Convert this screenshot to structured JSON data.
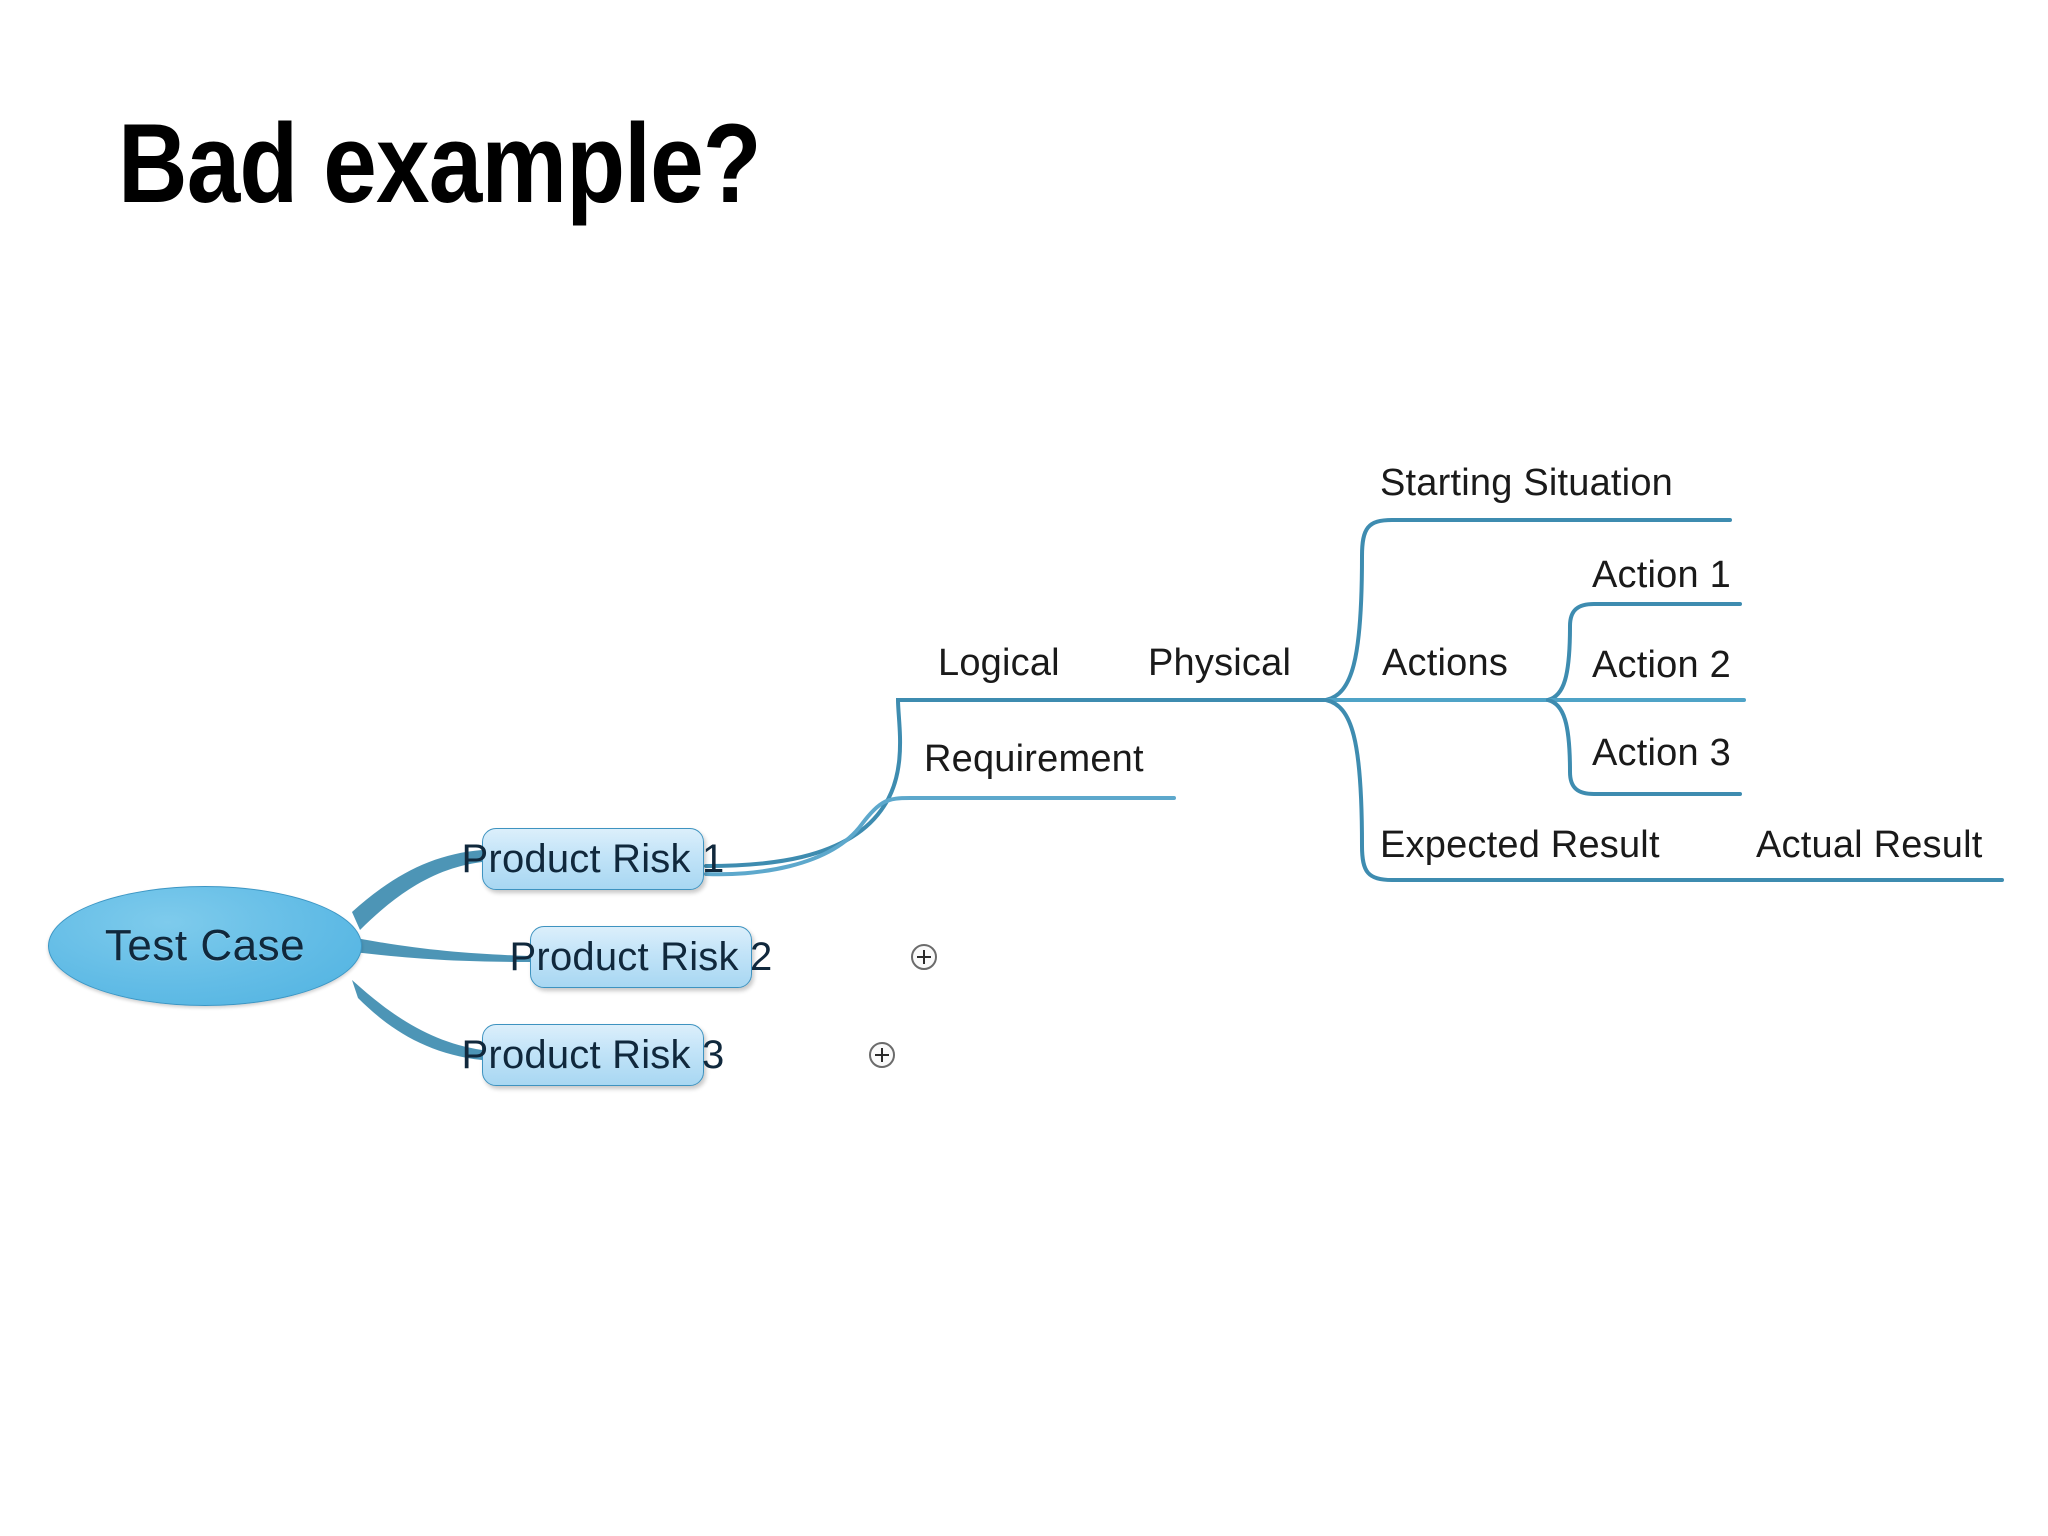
{
  "slide": {
    "title": "Bad example?",
    "background_color": "#FFFFFF"
  },
  "diagram": {
    "type": "mind-map",
    "title": "Test Case mind map",
    "colors": {
      "root_fill": "#62BCE6",
      "root_stroke": "#3C96C4",
      "node_fill_top": "#DCEFFB",
      "node_fill_bottom": "#A8D7F2",
      "node_stroke": "#3E93C0",
      "connector": "#3E8CB0",
      "text": "#10283C",
      "branch_text": "#1A1A1A"
    },
    "root": {
      "label": "Test Case",
      "shape": "ellipse"
    },
    "children": [
      {
        "label": "Product Risk 1",
        "shape": "rounded-box",
        "expandable": false,
        "expanded": true,
        "children": [
          {
            "label": "Logical",
            "shape": "text-branch",
            "children": [
              {
                "label": "Physical",
                "shape": "text-branch",
                "children": [
                  {
                    "label": "Starting Situation",
                    "shape": "text-branch"
                  },
                  {
                    "label": "Actions",
                    "shape": "text-branch",
                    "children": [
                      {
                        "label": "Action 1",
                        "shape": "text-branch"
                      },
                      {
                        "label": "Action 2",
                        "shape": "text-branch"
                      },
                      {
                        "label": "Action 3",
                        "shape": "text-branch"
                      }
                    ]
                  },
                  {
                    "label": "Expected Result",
                    "shape": "text-branch",
                    "children": [
                      {
                        "label": "Actual Result",
                        "shape": "text-branch"
                      }
                    ]
                  }
                ]
              }
            ]
          },
          {
            "label": "Requirement",
            "shape": "text-branch"
          }
        ]
      },
      {
        "label": "Product Risk 2",
        "shape": "rounded-box",
        "expandable": true,
        "expanded": false,
        "toggle_icon": "plus-circle-icon"
      },
      {
        "label": "Product Risk 3",
        "shape": "rounded-box",
        "expandable": true,
        "expanded": false,
        "toggle_icon": "plus-circle-icon"
      }
    ]
  }
}
